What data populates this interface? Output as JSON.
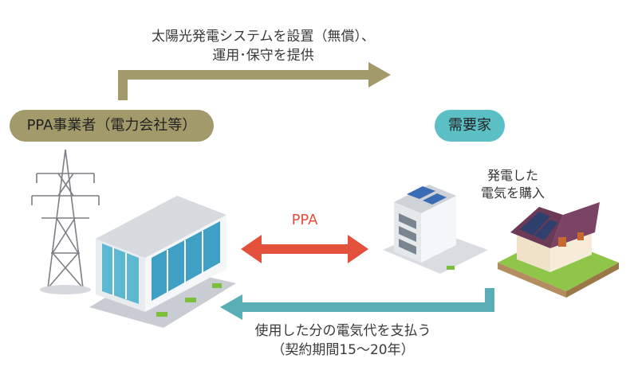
{
  "captions": {
    "top_line1": "太陽光発電システムを設置（無償）、",
    "top_line2": "運用･保守を提供",
    "buy_line1": "発電した",
    "buy_line2": "電気を購入",
    "ppa": "PPA",
    "pay_line1": "使用した分の電気代を支払う",
    "pay_line2": "（契約期間15～20年）"
  },
  "actors": {
    "provider": "PPA事業者（電力会社等）",
    "customer": "需要家"
  },
  "colors": {
    "provider": "#a39a6b",
    "customer": "#5dbfc6",
    "ppa_arrow": "#e3503b",
    "pay_arrow": "#5aaeb5"
  }
}
